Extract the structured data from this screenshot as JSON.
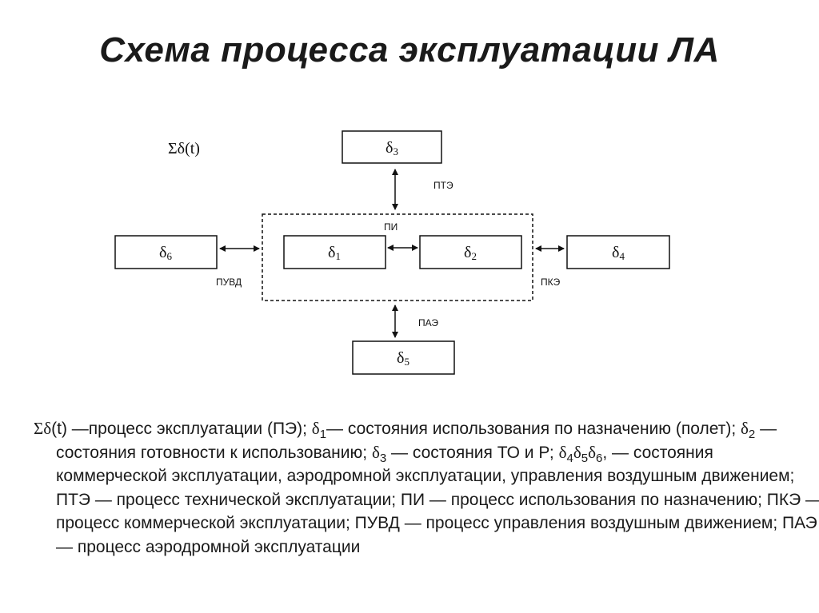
{
  "slide": {
    "title": "Схема процесса эксплуатации ЛА"
  },
  "diagram": {
    "sum_label": "Σδ(t)",
    "nodes": {
      "d1": {
        "base": "δ",
        "sub": "1"
      },
      "d2": {
        "base": "δ",
        "sub": "2"
      },
      "d3": {
        "base": "δ",
        "sub": "3"
      },
      "d4": {
        "base": "δ",
        "sub": "4"
      },
      "d5": {
        "base": "δ",
        "sub": "5"
      },
      "d6": {
        "base": "δ",
        "sub": "6"
      }
    },
    "labels": {
      "pte": "ПТЭ",
      "pi": "ПИ",
      "puvd": "ПУВД",
      "pke": "ПКЭ",
      "pae": "ПАЭ"
    }
  },
  "legend": {
    "s0": "Σδ",
    "s1": "(t) —процесс эксплуатации (ПЭ); ",
    "s2": "δ",
    "s3": "1",
    "s4": "— состояния использования по назначению (полет); ",
    "s5": "δ",
    "s6": "2",
    "s7": " — состояния готовности к использованию; ",
    "s8": "δ",
    "s9": "3",
    "s10": " — состояния ТО и Р; ",
    "s11": "δ",
    "s12": "4",
    "s13": "δ",
    "s14": "5",
    "s15": "δ",
    "s16": "6",
    "s17": ", — состояния коммерческой эксплуатации, аэродромной эксплуатации, управления воздушным движением; ПТЭ — процесс технической эксплуатации; ПИ — процесс использования по назначению; ПКЭ — процесс коммерческой эксплуатации; ПУВД — процесс управления воздушным движением; ПАЭ — процесс аэродромной эксплуатации"
  }
}
